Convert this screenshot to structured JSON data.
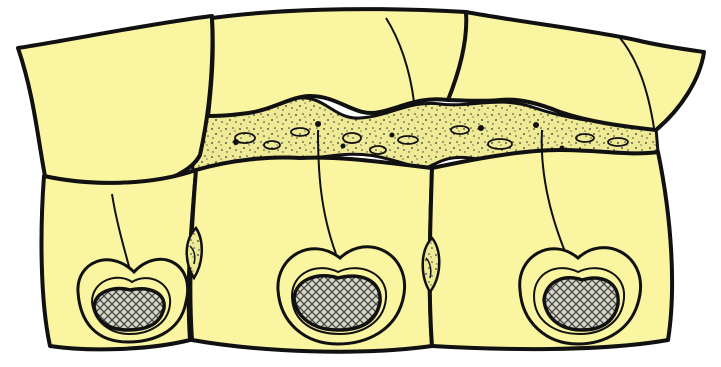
{
  "diagram": {
    "labels": [],
    "colors": {
      "fill": "#FAF5A0",
      "ink": "#111111",
      "matrix": "#EEEA96",
      "speckle": "#333333",
      "hatch": "#444444",
      "nucleus_bg": "#D8D8C8",
      "background": "#FFFFFF"
    },
    "cells": {
      "upper": [
        "upper-cell-left",
        "upper-cell-middle",
        "upper-cell-right"
      ],
      "lower": [
        "lower-cell-left",
        "lower-cell-middle",
        "lower-cell-right"
      ]
    }
  }
}
